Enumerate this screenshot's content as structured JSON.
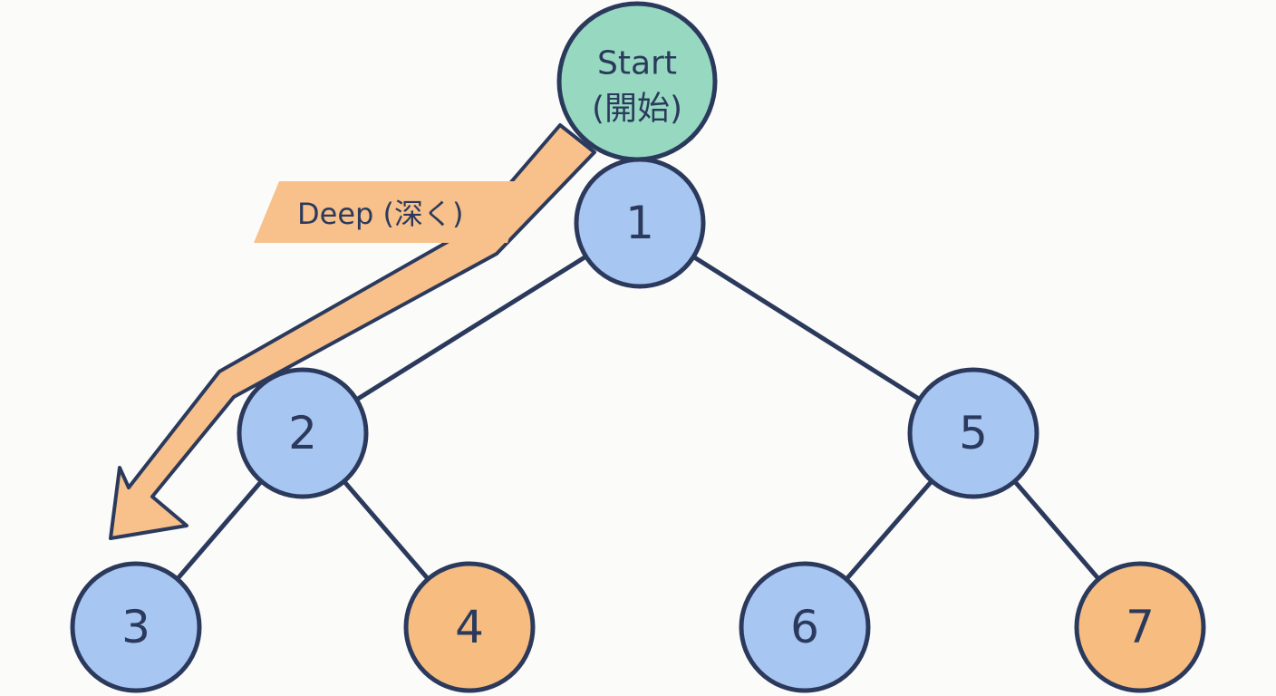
{
  "colors": {
    "edge": "#2b3a5c",
    "node_stroke": "#2b3a5c",
    "blue_node": "#a8c6f2",
    "orange_node": "#f7bd80",
    "start_node": "#96d9c0",
    "arrow_fill": "#f8c08a",
    "label_bg": "#f8c08a",
    "text": "#2b3a5c"
  },
  "start": {
    "line1": "Start",
    "line2": "(開始)"
  },
  "deep_label": "Deep (深く)",
  "nodes": [
    {
      "id": "1",
      "label": "1",
      "fill": "blue"
    },
    {
      "id": "2",
      "label": "2",
      "fill": "blue"
    },
    {
      "id": "3",
      "label": "3",
      "fill": "blue"
    },
    {
      "id": "4",
      "label": "4",
      "fill": "orange"
    },
    {
      "id": "5",
      "label": "5",
      "fill": "blue"
    },
    {
      "id": "6",
      "label": "6",
      "fill": "blue"
    },
    {
      "id": "7",
      "label": "7",
      "fill": "orange"
    }
  ],
  "edges": [
    {
      "from": "1",
      "to": "2"
    },
    {
      "from": "1",
      "to": "5"
    },
    {
      "from": "2",
      "to": "3"
    },
    {
      "from": "2",
      "to": "4"
    },
    {
      "from": "5",
      "to": "6"
    },
    {
      "from": "5",
      "to": "7"
    }
  ]
}
